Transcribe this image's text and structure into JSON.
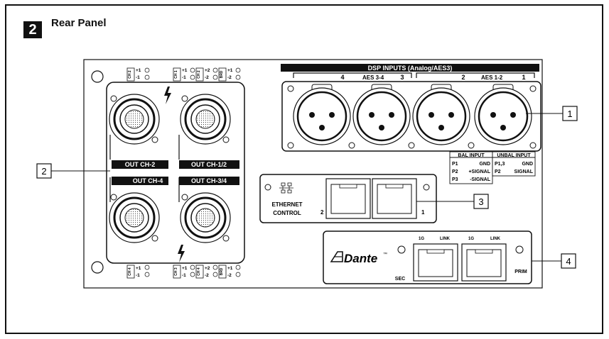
{
  "section": {
    "number": "2",
    "title": "Rear Panel"
  },
  "dsp_inputs": {
    "header": "DSP INPUTS (Analog/AES3)",
    "channels": [
      "4",
      "3",
      "2",
      "1"
    ],
    "aes_labels": [
      "AES 3-4",
      "AES 1-2"
    ]
  },
  "bal_input": {
    "title": "BAL INPUT",
    "rows": [
      [
        "P1",
        "GND"
      ],
      [
        "P2",
        "+SIGNAL"
      ],
      [
        "P3",
        "-SIGNAL"
      ]
    ]
  },
  "unbal_input": {
    "title": "UNBAL INPUT",
    "rows": [
      [
        "P1,3",
        "GND"
      ],
      [
        "P2",
        "SIGNAL"
      ]
    ]
  },
  "outputs": {
    "labels": [
      "OUT CH-2",
      "OUT CH-1/2",
      "OUT CH-4",
      "OUT CH-3/4"
    ]
  },
  "terminals": {
    "ch2": "CH 2",
    "ch1": "CH 1",
    "ch4": "CH 4",
    "ch3": "CH 3",
    "brd": "BRD",
    "p1": "+1",
    "m1": "-1",
    "p2": "+2",
    "m2": "-2"
  },
  "ethernet": {
    "line1": "ETHERNET",
    "line2": "CONTROL",
    "port_labels": [
      "2",
      "1"
    ]
  },
  "dante": {
    "logo": "Dante",
    "tm": "™",
    "sec": "SEC",
    "prim": "PRIM",
    "speed": "1G",
    "link": "LINK"
  },
  "callouts": [
    "1",
    "2",
    "3",
    "4"
  ]
}
